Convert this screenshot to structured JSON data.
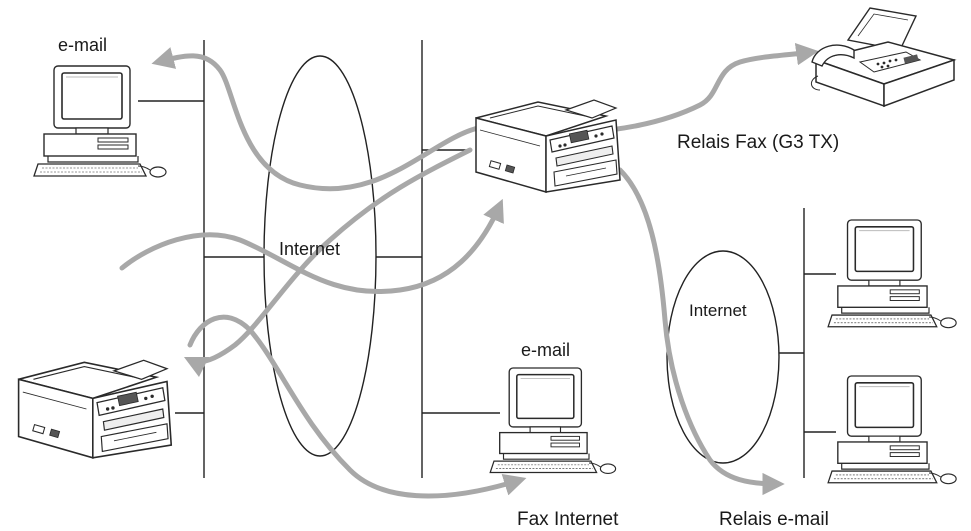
{
  "labels": {
    "email_top_left": "e-mail",
    "internet_left": "Internet",
    "internet_right": "Internet",
    "email_center": "e-mail",
    "relay_fax": "Relais Fax (G3 TX)",
    "internet_fax": "Fax Internet",
    "relay_email": "Relais e-mail"
  },
  "devices": {
    "computers": [
      "computer-top-left",
      "computer-center-bottom",
      "computer-right-top",
      "computer-right-bottom"
    ],
    "mfc_printers": [
      "mfc-center-top",
      "mfc-left-bottom"
    ],
    "fax_machine": "fax-top-right"
  },
  "colors": {
    "line": "#222222",
    "arrow": "#a8a8a8",
    "device_fill": "#ffffff",
    "device_stroke": "#2a2a2a"
  }
}
